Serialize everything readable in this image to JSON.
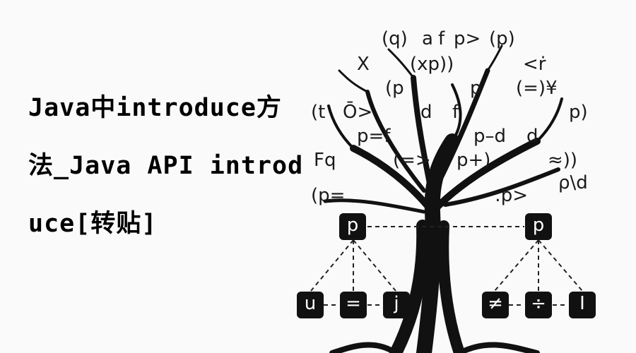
{
  "title": "Java中introduce方法_Java API introduce[转贴]",
  "tree_symbols": [
    "(q)",
    "a",
    "f",
    "p>",
    "(p)",
    "X",
    "(xp))",
    "(p",
    "<ṙ",
    "p",
    "Ō>",
    "d",
    "f",
    "(=)¥",
    "(t",
    "p=f",
    "p–d",
    "d",
    "p)",
    "(=>",
    "p+)",
    "≈))",
    "Fq",
    "ρ\\d",
    "(p=",
    ":p>"
  ],
  "nodes": {
    "left_parent": "p",
    "right_parent": "p",
    "left_children": [
      "u",
      "=",
      "j"
    ],
    "right_children": [
      "≠",
      "÷",
      "I"
    ]
  }
}
